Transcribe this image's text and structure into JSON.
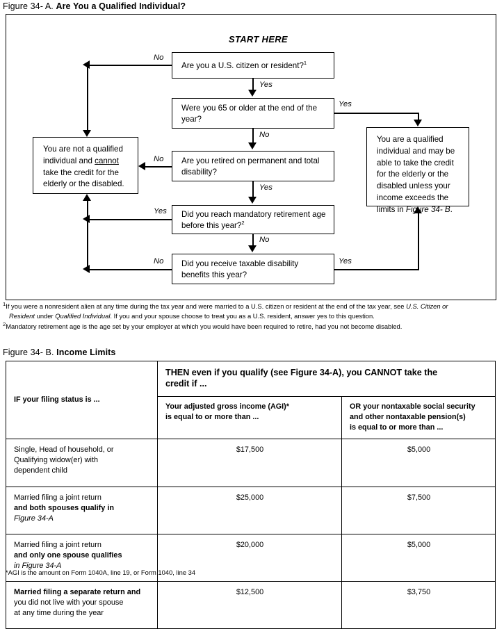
{
  "figure_a": {
    "title_label": "Figure 34- A.",
    "title_name": "Are You a Qualified Individual?",
    "start_label": "START HERE",
    "nodes": {
      "q1": "Are you a U.S. citizen or resident?",
      "q1_sup": "1",
      "q2": "Were you 65 or older at the end of the year?",
      "q3": "Are you retired on permanent and total disability?",
      "q4": "Did you reach mandatory retirement age before this year?",
      "q4_sup": "2",
      "q5": "Did you receive taxable disability benefits this year?",
      "not_qualified_1": "You are not a qualified",
      "not_qualified_2": "individual and ",
      "not_qualified_cannot": "cannot",
      "not_qualified_3": "take the credit for the",
      "not_qualified_4": "elderly or the disabled.",
      "qualified_1": "You are a qualified",
      "qualified_2": "individual and may be",
      "qualified_3": "able to take the credit",
      "qualified_4": "for the elderly or the",
      "qualified_5": "disabled unless your",
      "qualified_6": "income exceeds the",
      "qualified_7": "limits in ",
      "qualified_ref": "Figure 34- B",
      "qualified_end": "."
    },
    "edges": {
      "q1_no": "No",
      "q1_yes": "Yes",
      "q2_yes": "Yes",
      "q2_no": "No",
      "q3_no": "No",
      "q3_yes": "Yes",
      "q4_yes": "Yes",
      "q4_no": "No",
      "q5_no": "No",
      "q5_yes": "Yes"
    },
    "footnotes": {
      "fn1_marker": "1",
      "fn1_a": "If you were a nonresident alien at any time during the tax year and were married to a U.S. citizen or resident at the end of the tax year, see ",
      "fn1_ital1": "U.S. Citizen or",
      "fn1_ital2": "Resident",
      "fn1_b": " under ",
      "fn1_ital3": "Qualified Individual",
      "fn1_c": ". If you and your spouse choose to treat you as a U.S. resident, answer yes to this question.",
      "fn2_marker": "2",
      "fn2": "Mandatory retirement age is the age set by your employer at which you would have been required to retire, had you not become disabled."
    }
  },
  "figure_b": {
    "title_label": "Figure 34- B.",
    "title_name": "Income Limits",
    "header": {
      "col_status": "IF your filing status is ...",
      "then_line1": "THEN even if you qualify (see Figure 34-A), you CANNOT take the",
      "then_line2": "credit if ...",
      "agi_line1": "Your adjusted gross income (AGI)*",
      "agi_line2": "is equal to or more than ...",
      "nontaxable_line1": "OR your nontaxable social security",
      "nontaxable_line2": "and other nontaxable pension(s)",
      "nontaxable_line3": "is equal to or more than ..."
    },
    "rows": [
      {
        "status_lines": [
          "Single, Head of household, or",
          "Qualifying widow(er) with",
          "dependent child"
        ],
        "agi": "$17,500",
        "nontaxable": "$5,000"
      },
      {
        "status_lines": [
          "Married filing a joint return",
          "and both spouses qualify in",
          "Figure 34-A"
        ],
        "agi": "$25,000",
        "nontaxable": "$7,500"
      },
      {
        "status_lines": [
          "Married filing a joint return",
          "and only one spouse qualifies",
          "in Figure 34-A"
        ],
        "agi": "$20,000",
        "nontaxable": "$5,000"
      },
      {
        "status_lines": [
          "Married filing a separate return and",
          "you did not live with your spouse",
          "at any time during the year"
        ],
        "agi": "$12,500",
        "nontaxable": "$3,750"
      }
    ],
    "note": "*AGI is the amount on Form 1040A, line 19, or Form 1040, line 34"
  }
}
